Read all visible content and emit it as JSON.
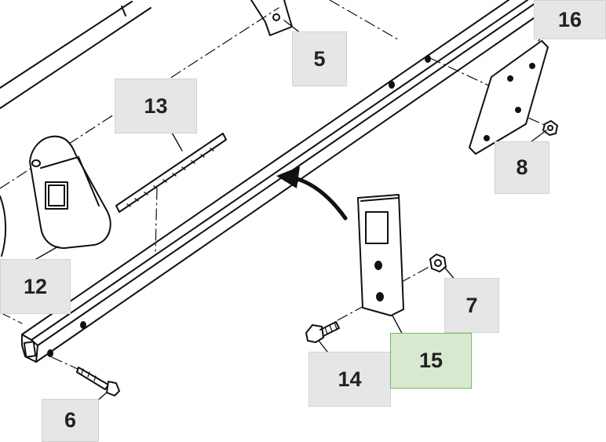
{
  "diagram": {
    "callouts": [
      {
        "id": "5",
        "label": "5",
        "highlighted": false
      },
      {
        "id": "6",
        "label": "6",
        "highlighted": false
      },
      {
        "id": "7",
        "label": "7",
        "highlighted": false
      },
      {
        "id": "8",
        "label": "8",
        "highlighted": false
      },
      {
        "id": "12",
        "label": "12",
        "highlighted": false
      },
      {
        "id": "13",
        "label": "13",
        "highlighted": false
      },
      {
        "id": "14",
        "label": "14",
        "highlighted": false
      },
      {
        "id": "15",
        "label": "15",
        "highlighted": true
      },
      {
        "id": "16",
        "label": "16",
        "highlighted": false
      }
    ],
    "colors": {
      "callout_fill": "#e6e6e6",
      "callout_highlight_fill": "#d7ead0",
      "callout_highlight_border": "#7fb56e",
      "line": "#111111"
    }
  }
}
